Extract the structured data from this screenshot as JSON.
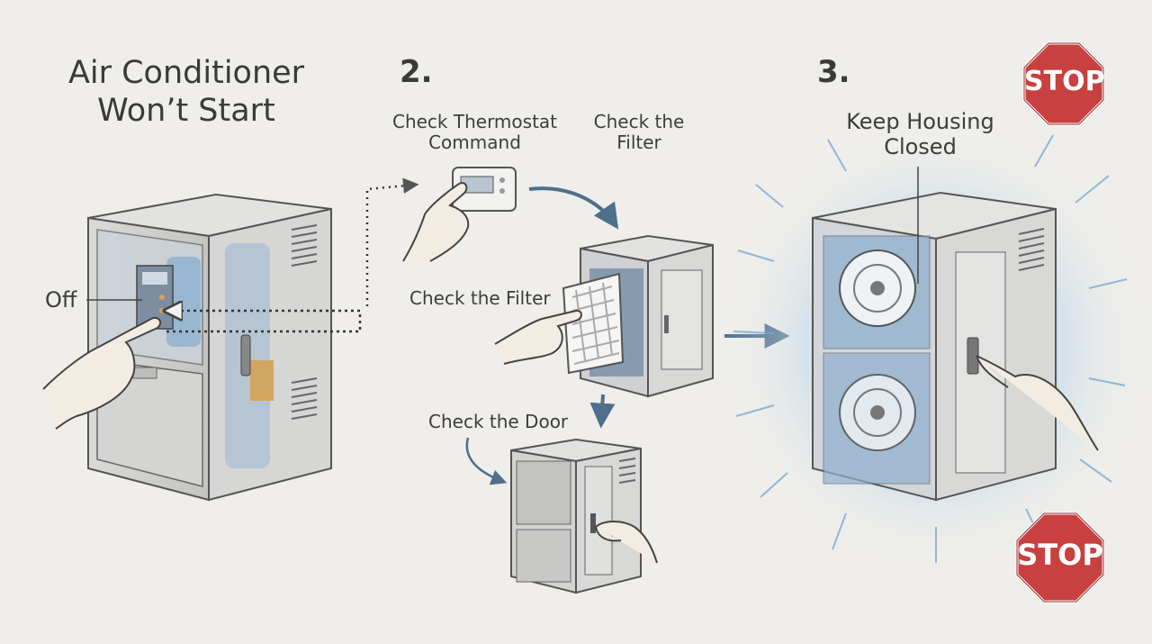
{
  "title": "Air Conditioner Won’t Start",
  "steps": {
    "step2": "2.",
    "step3": "3."
  },
  "labels": {
    "off": "Off",
    "check_thermostat": "Check Thermostat Command",
    "check_filter_top": "Check the Filter",
    "check_filter": "Check the Filter",
    "check_door": "Check the Door",
    "keep_housing_closed": "Keep Housing Closed"
  },
  "signs": {
    "stop_top": "STOP",
    "stop_bottom": "STOP"
  },
  "colors": {
    "background": "#efeeea",
    "stop_red": "#c8403f",
    "glow_blue": "#9cc3e4",
    "arrow_blue": "#4f6f8c"
  },
  "icons": [
    "hand-pointer-icon",
    "thermostat-icon",
    "filter-icon",
    "blower-fan-icon",
    "stop-sign-icon"
  ]
}
